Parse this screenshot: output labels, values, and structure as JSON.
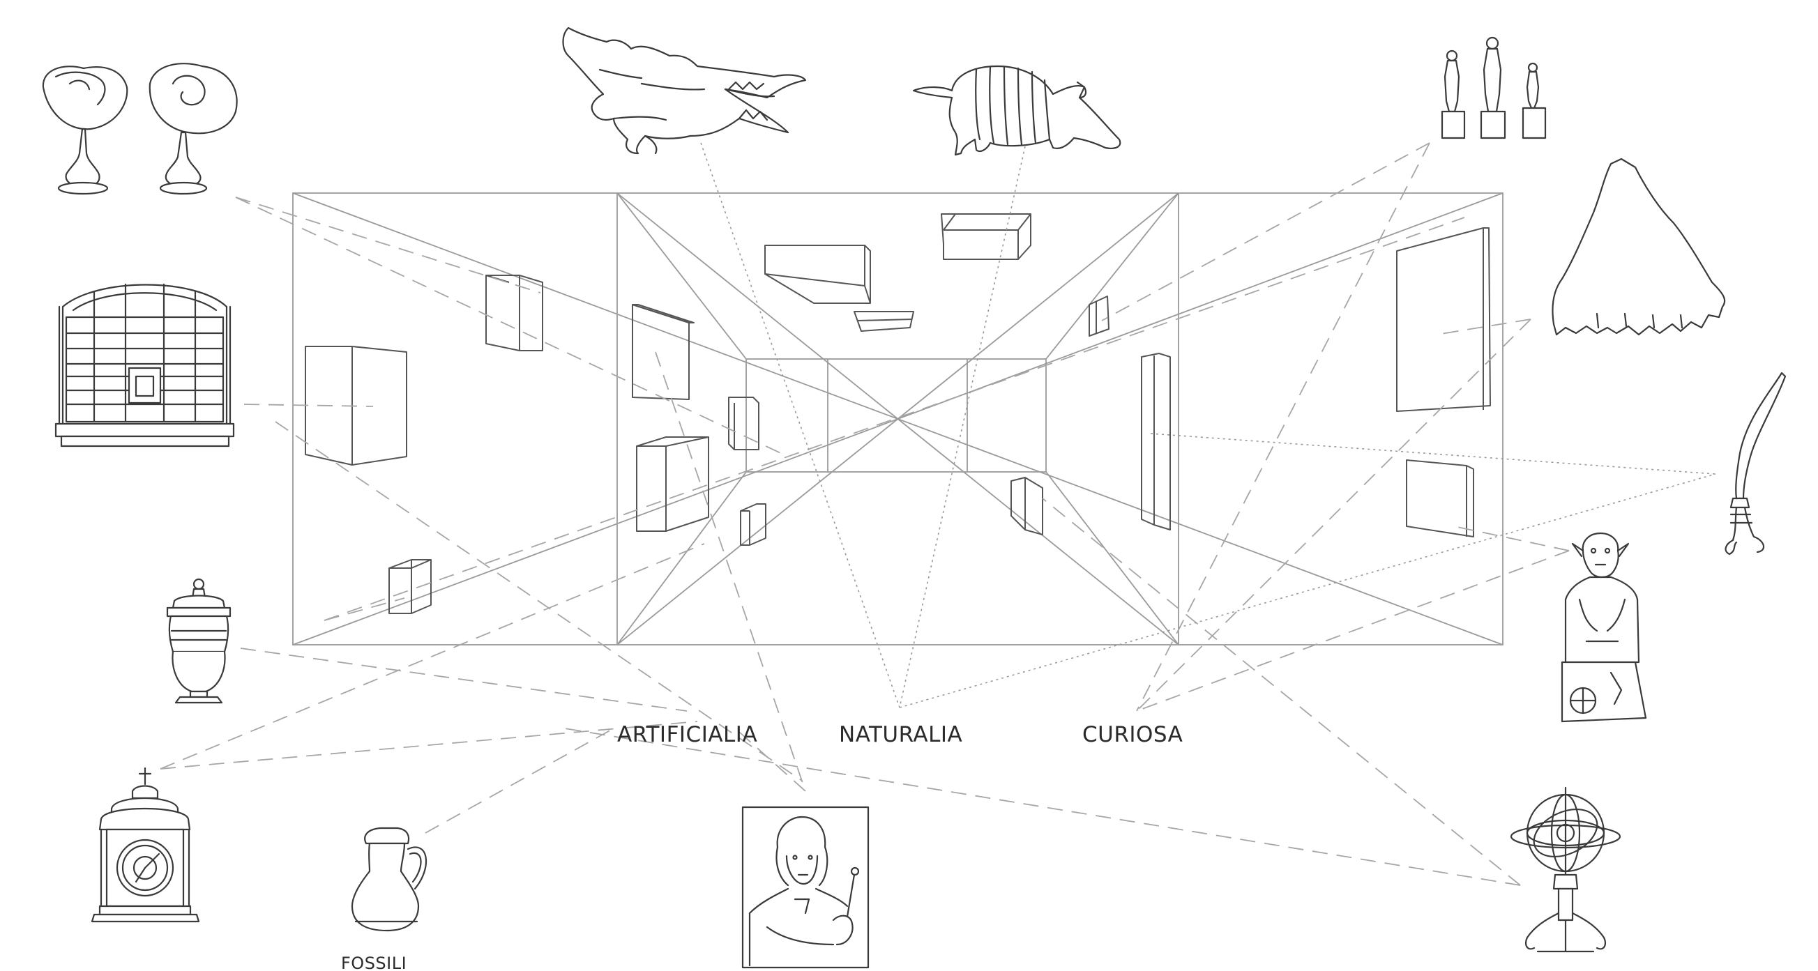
{
  "labels": {
    "artificialia": "ARTIFICIALIA",
    "naturalia": "NATURALIA",
    "curiosa": "CURIOSA",
    "fossili": "FOSSILI"
  },
  "colors": {
    "background": "#ffffff",
    "line": "#3a3a3a",
    "guide": "#a6a6a6"
  }
}
